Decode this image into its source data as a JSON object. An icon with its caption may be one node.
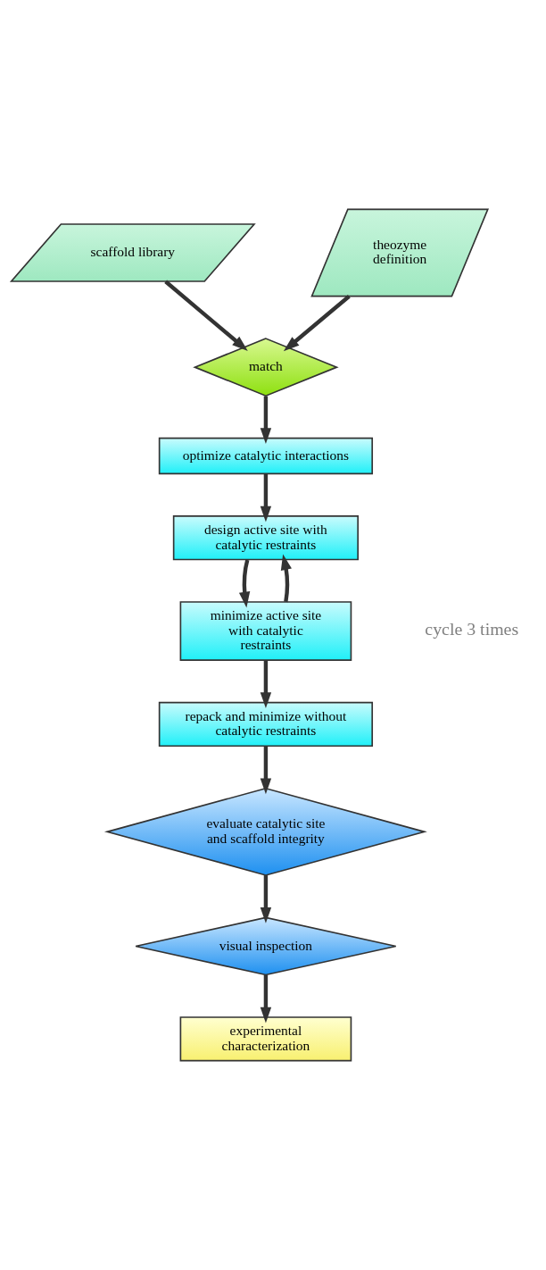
{
  "diagram": {
    "nodes": [
      {
        "text": [
          "scaffold library"
        ]
      },
      {
        "text": [
          "theozyme definition"
        ]
      },
      {
        "text": [
          "match"
        ]
      },
      {
        "text": [
          "optimize catalytic interactions"
        ]
      },
      {
        "text": [
          "design active site with catalytic restraints"
        ]
      },
      {
        "text": [
          "minimize active site with catalytic restraints"
        ]
      },
      {
        "text": [
          "repack and minimize without catalytic restraints"
        ]
      },
      {
        "text": [
          "evaluate catalytic site and scaffold integrity"
        ]
      },
      {
        "text": [
          "visual inspection"
        ]
      },
      {
        "text": [
          "experimental characterization"
        ]
      }
    ],
    "edges": [
      {
        "from": 0,
        "to": 2,
        "arrow": "to"
      },
      {
        "from": 1,
        "to": 2,
        "arrow": "to"
      },
      {
        "from": 2,
        "to": 3,
        "arrow": "to"
      },
      {
        "from": 3,
        "to": 4,
        "arrow": "to"
      },
      {
        "from": 4,
        "to": 5,
        "arrow": "to"
      },
      {
        "from": 5,
        "to": 4,
        "arrow": "to"
      },
      {
        "from": 5,
        "to": 6,
        "arrow": "to"
      },
      {
        "from": 6,
        "to": 7,
        "arrow": "to"
      },
      {
        "from": 7,
        "to": 8,
        "arrow": "to"
      },
      {
        "from": 8,
        "to": 9,
        "arrow": "to"
      }
    ],
    "labels": [
      "cycle 3 times"
    ]
  }
}
